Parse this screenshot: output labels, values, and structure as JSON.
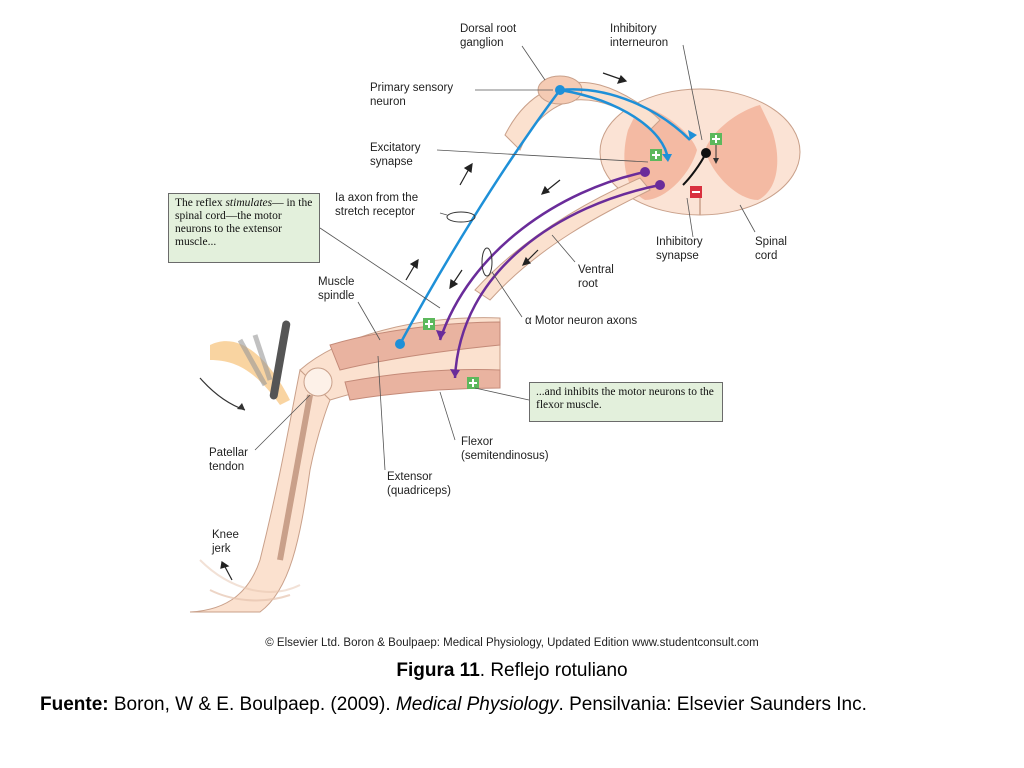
{
  "labels": {
    "dorsal_root_ganglion": [
      "Dorsal root",
      "ganglion"
    ],
    "inhibitory_interneuron": [
      "Inhibitory",
      "interneuron"
    ],
    "primary_sensory_neuron": [
      "Primary sensory",
      "neuron"
    ],
    "excitatory_synapse": [
      "Excitatory",
      "synapse"
    ],
    "ia_axon": [
      "Ia axon from the",
      "stretch receptor"
    ],
    "inhibitory_synapse": [
      "Inhibitory",
      "synapse"
    ],
    "spinal_cord": [
      "Spinal",
      "cord"
    ],
    "ventral_root": [
      "Ventral",
      "root"
    ],
    "alpha_motor": "α Motor neuron axons",
    "muscle_spindle": [
      "Muscle",
      "spindle"
    ],
    "patellar_tendon": [
      "Patellar",
      "tendon"
    ],
    "flexor": [
      "Flexor",
      "(semitendinosus)"
    ],
    "extensor": [
      "Extensor",
      "(quadriceps)"
    ],
    "knee_jerk": [
      "Knee",
      "jerk"
    ]
  },
  "callouts": {
    "left": {
      "pre": "The reflex ",
      "em": "stimulates",
      "post": "— in the spinal cord—the motor neurons to the extensor muscle..."
    },
    "right": "...and inhibits the motor neurons to the flexor muscle."
  },
  "credit": "© Elsevier Ltd. Boron & Boulpaep: Medical Physiology, Updated Edition    www.studentconsult.com",
  "caption": {
    "bold": "Figura 11",
    "rest": ". Reflejo rotuliano"
  },
  "source": {
    "bold": "Fuente:",
    "pre": " Boron, W & E. Boulpaep. (2009). ",
    "italic": "Medical Physiology",
    "post": ". Pensilvania: Elsevier Saunders Inc."
  },
  "colors": {
    "sensory": "#1e90d8",
    "motor": "#6a2c9a",
    "grey_matter": "#f2b39a",
    "white_matter": "#fbe3d5",
    "skin": "#fbe1cf",
    "muscle": "#e9b3a0",
    "excitatory": "#5cb85c",
    "inhibitory": "#d9303e"
  }
}
